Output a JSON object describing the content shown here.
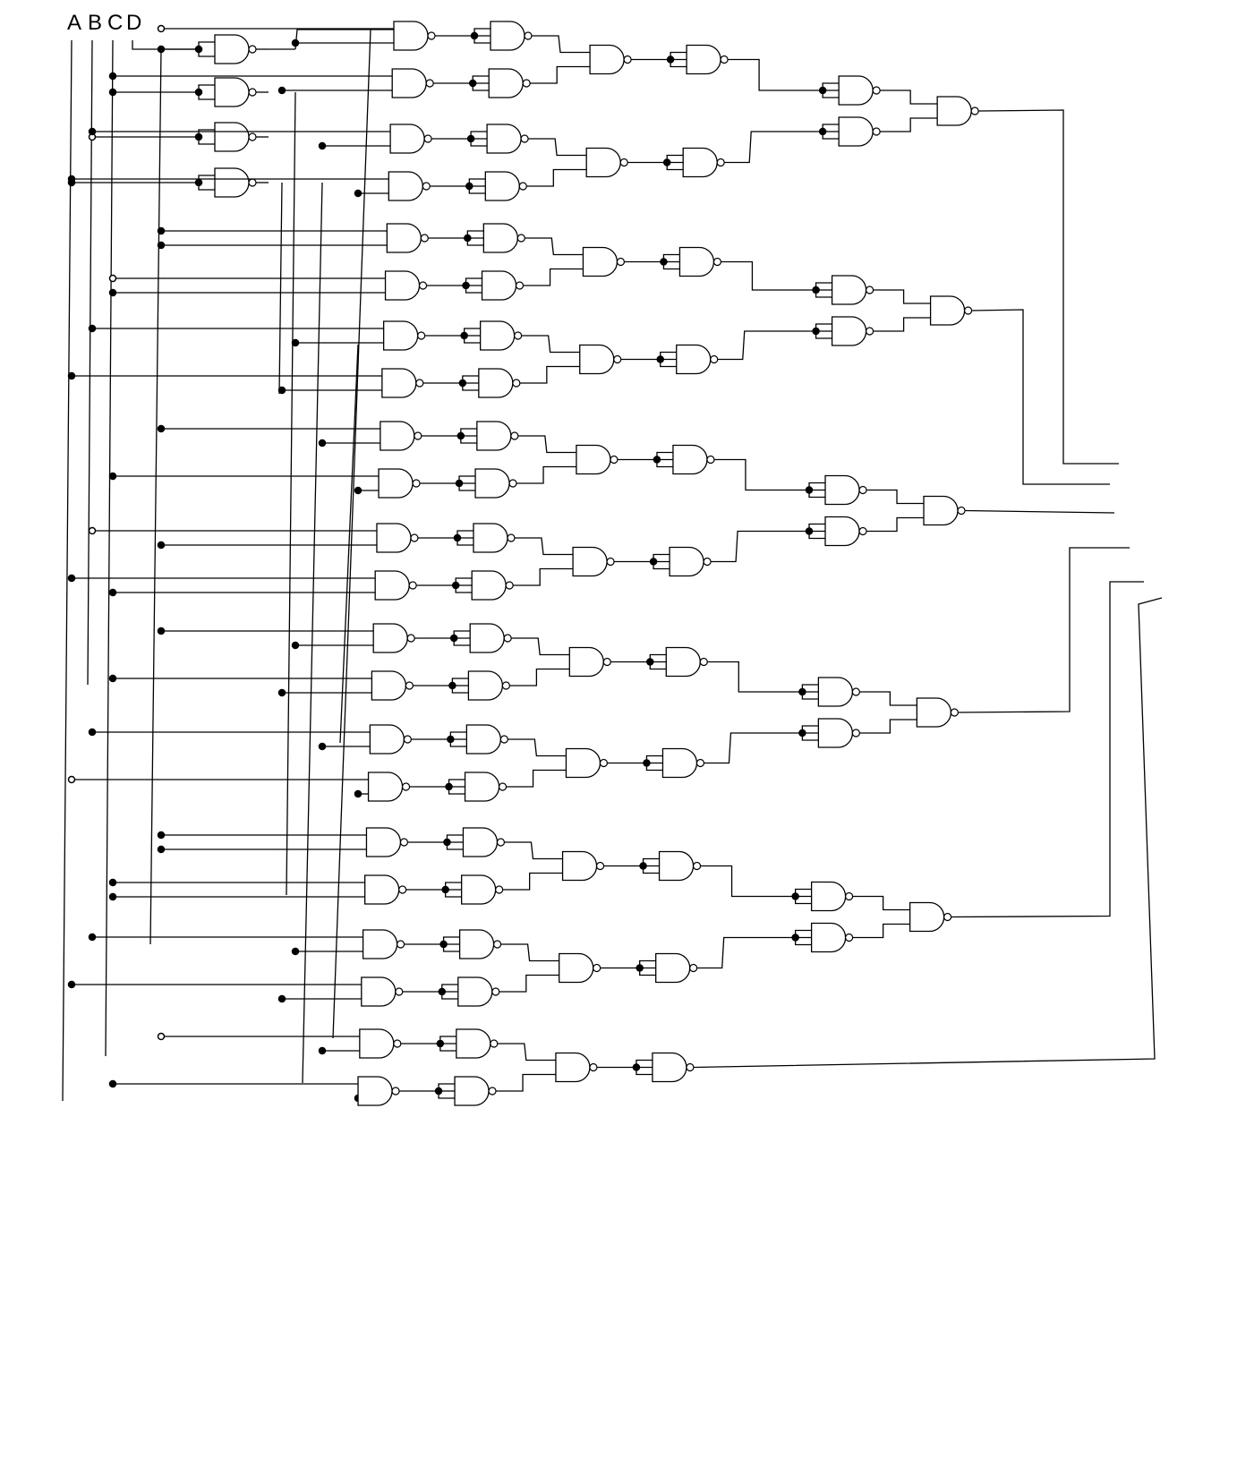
{
  "inputs": {
    "a": "A",
    "b": "B",
    "c": "C",
    "d": "D"
  },
  "colors": {
    "line": "#000000",
    "background": "#ffffff"
  }
}
